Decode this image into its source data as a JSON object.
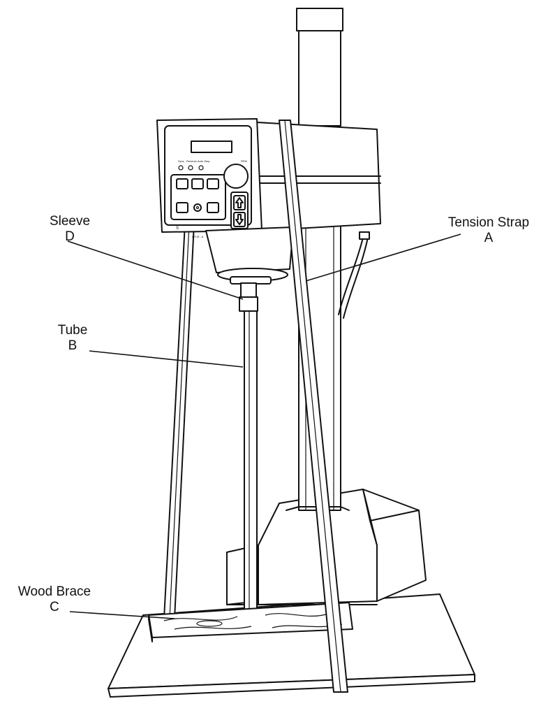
{
  "labels": {
    "sleeve": {
      "name": "Sleeve",
      "letter": "D"
    },
    "tension_strap": {
      "name": "Tension Strap",
      "letter": "A"
    },
    "tube": {
      "name": "Tube",
      "letter": "B"
    },
    "wood_brace": {
      "name": "Wood Brace",
      "letter": "C"
    }
  },
  "panel": {
    "rpm_label": "RPM",
    "indicators": [
      "Sync",
      "Reverse",
      "Auto Stop"
    ],
    "brand_mark": "S",
    "model_text": "L S M - A"
  },
  "icons": [
    "up-arrow-icon",
    "down-arrow-icon",
    "fan-icon"
  ]
}
